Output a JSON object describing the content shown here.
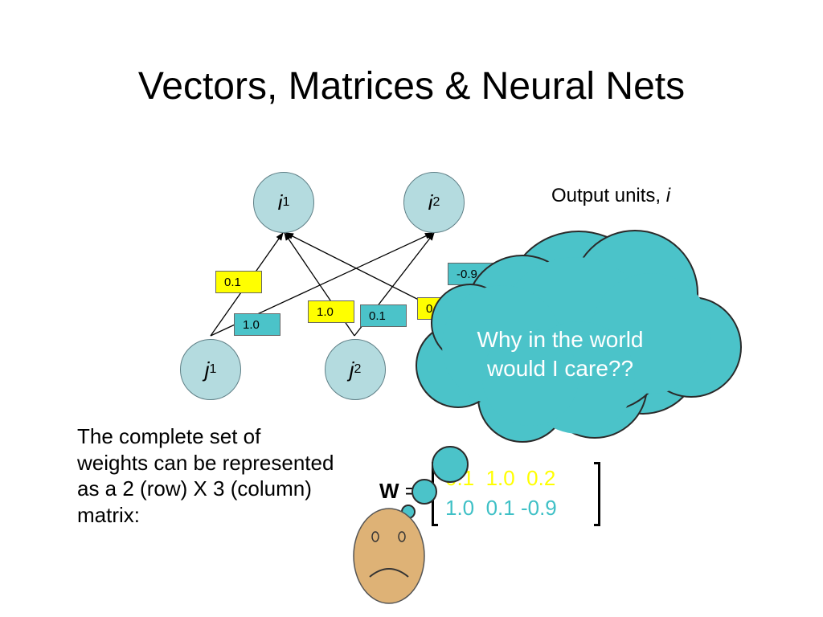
{
  "slide": {
    "title": "Vectors, Matrices & Neural Nets",
    "output_units_label": "Output units, ",
    "output_units_var": "i",
    "output_nodes": [
      {
        "var": "i",
        "sub": "1"
      },
      {
        "var": "i",
        "sub": "2"
      }
    ],
    "input_nodes": [
      {
        "var": "j",
        "sub": "1"
      },
      {
        "var": "j",
        "sub": "2"
      }
    ],
    "weights": [
      "0.1",
      "1.0",
      "1.0",
      "0.1",
      "-0.9",
      "0.2"
    ],
    "description": "The complete set of weights can be represented as a 2 (row) X 3 (column) matrix:",
    "matrix": {
      "label": "W",
      "equals": " =",
      "row1": "0.1  1.0  0.2",
      "row2": "1.0  0.1 -0.9"
    },
    "thought": {
      "line1": "Why in the world",
      "line2": "would I care??"
    }
  },
  "colors": {
    "node_fill": "#b4dbdf",
    "yellow_box": "#ffff00",
    "teal_box": "#4bc3c9",
    "cloud_fill": "#4bc3c9",
    "face_fill": "#deb276"
  },
  "icons": [
    "thought-cloud-icon",
    "sad-face-icon"
  ]
}
